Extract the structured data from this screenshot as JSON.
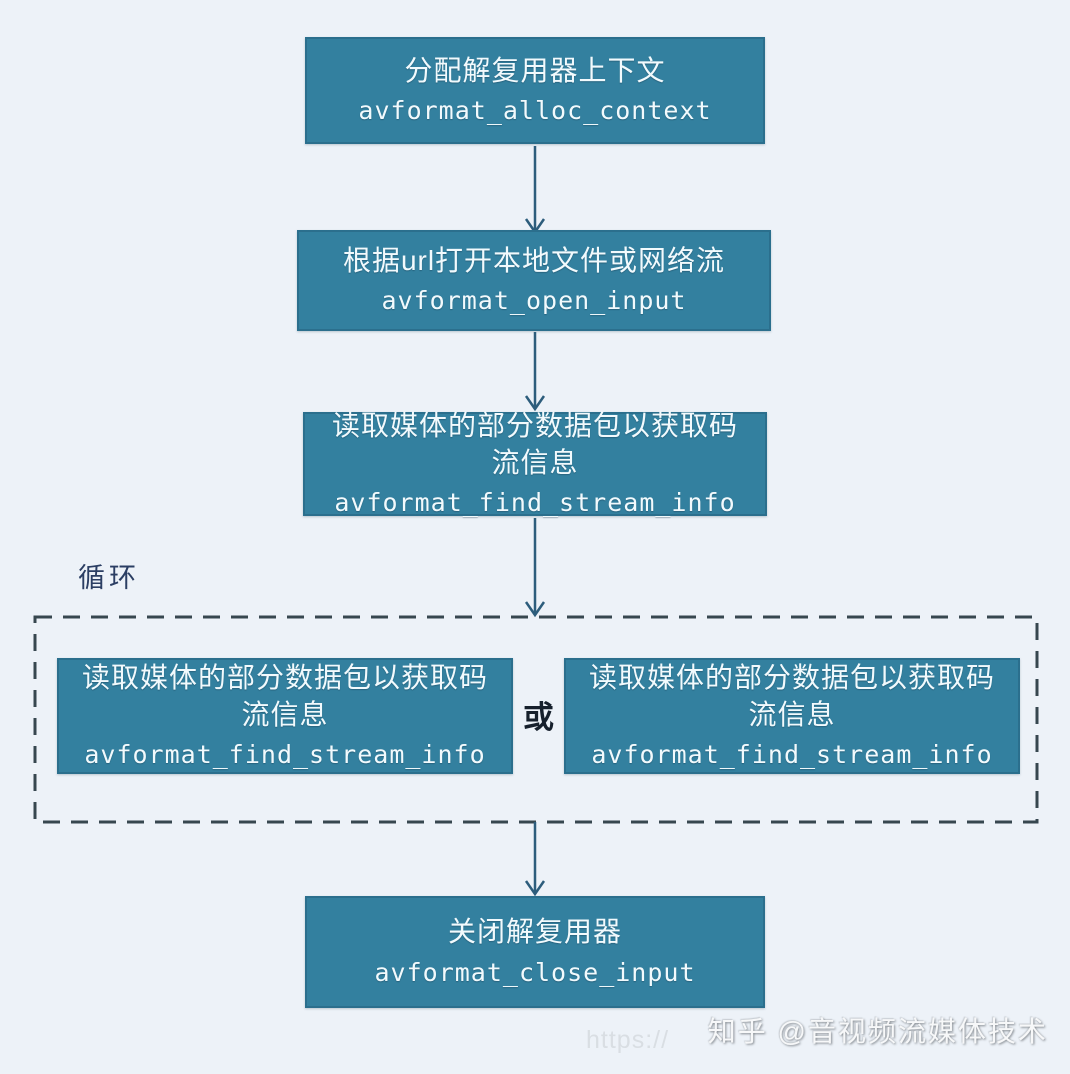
{
  "colors": {
    "page_bg": "#edf2f8",
    "node_fill": "#33809f",
    "node_border": "#2b6f8d",
    "node_text": "#f2fafd",
    "arrow": "#2d5d7c",
    "dashed": "#37474f",
    "loop_text": "#2b3e63",
    "or_text": "#16202c",
    "wm_url": "#d9dee3",
    "wm_brand": "#f7f8f9"
  },
  "flowchart": {
    "nodes": [
      {
        "label": "分配解复用器上下文",
        "code": "avformat_alloc_context"
      },
      {
        "label": "根据url打开本地文件或网络流",
        "code": "avformat_open_input"
      },
      {
        "label": "读取媒体的部分数据包以获取码\n流信息",
        "code": "avformat_find_stream_info"
      },
      {
        "label": "读取媒体的部分数据包以获取码\n流信息",
        "code": "avformat_find_stream_info"
      },
      {
        "label": "读取媒体的部分数据包以获取码\n流信息",
        "code": "avformat_find_stream_info"
      },
      {
        "label": "关闭解复用器",
        "code": "avformat_close_input"
      }
    ],
    "loop_label": "循环",
    "or_label": "或"
  },
  "watermark": {
    "url_text": "https://",
    "brand": "知乎 @音视频流媒体技术"
  }
}
